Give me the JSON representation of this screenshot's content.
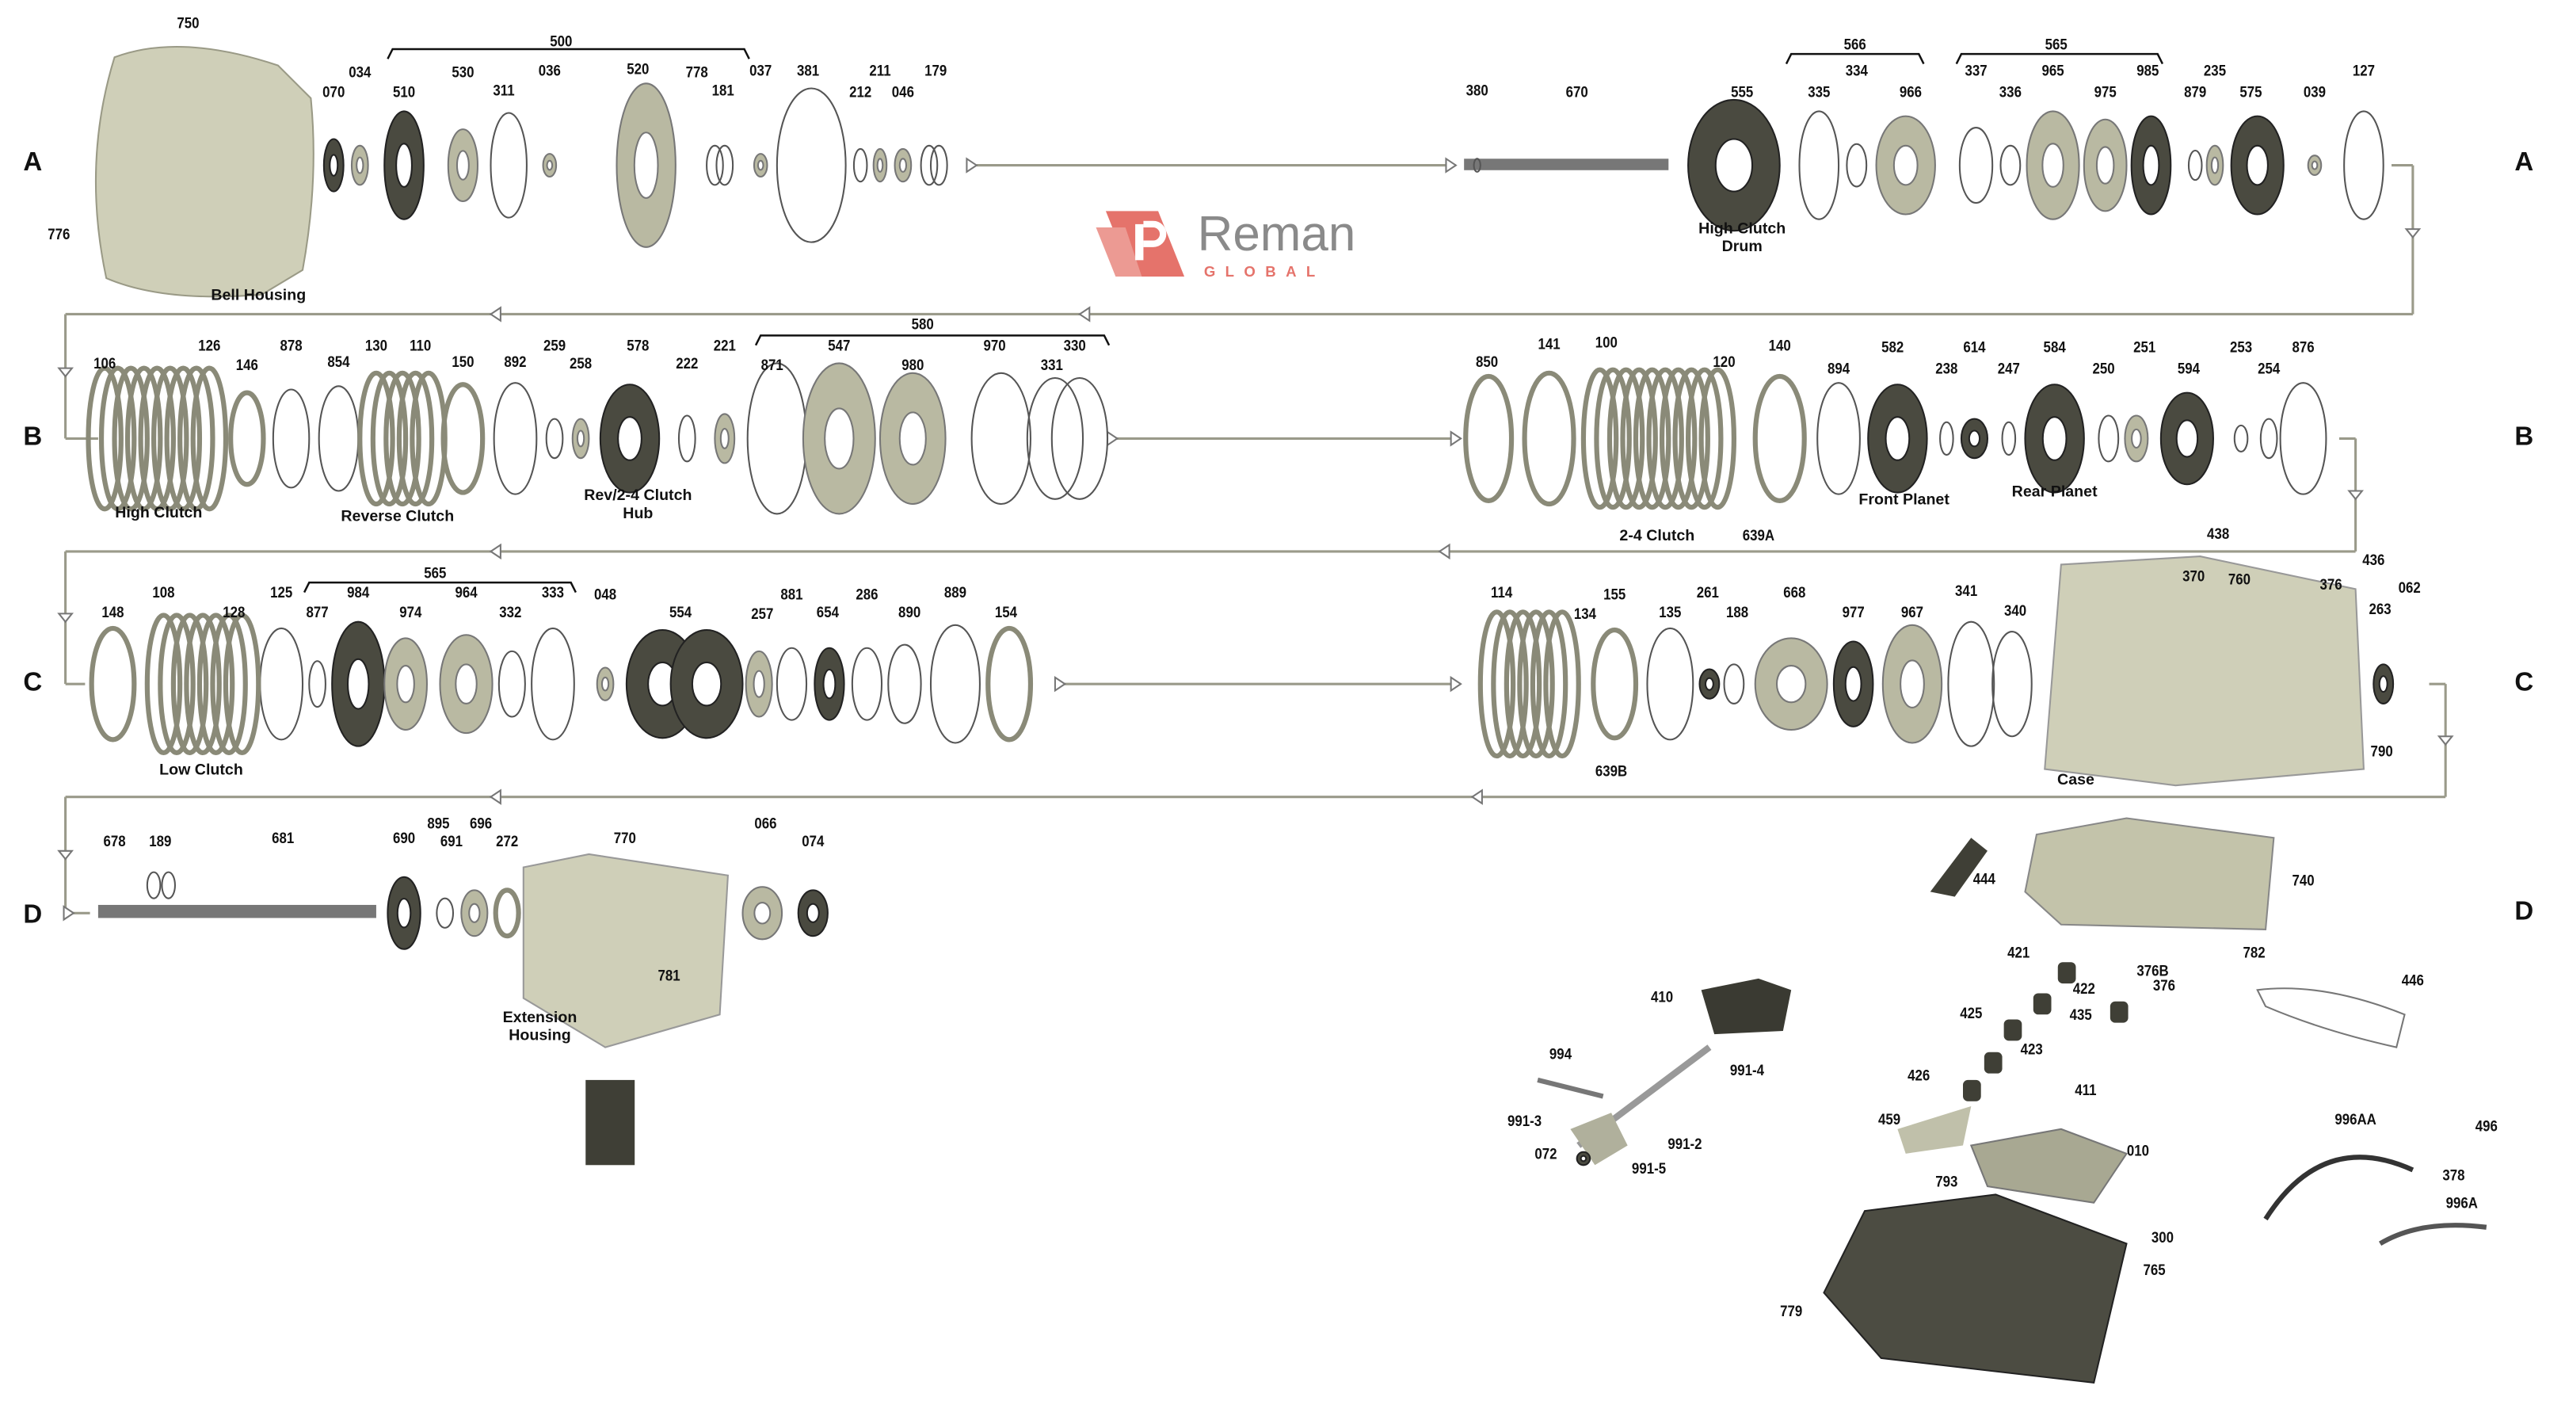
{
  "sections": [
    "A",
    "B",
    "C",
    "D"
  ],
  "logo": {
    "word": "Reman",
    "sub": "GLOBAL",
    "color": "#e5736b"
  },
  "captions": {
    "bell_housing": "Bell Housing",
    "high_clutch_drum": "High Clutch Drum",
    "high_clutch": "High Clutch",
    "reverse_clutch": "Reverse Clutch",
    "rev_clutch_hub": "Rev/2-4 Clutch Hub",
    "front_planet": "Front Planet",
    "rear_planet": "Rear Planet",
    "clutch_24": "2-4 Clutch",
    "low_clutch": "Low Clutch",
    "case": "Case",
    "extension_housing": "Extension Housing"
  },
  "parts": {
    "rowA": [
      "750",
      "500",
      "070",
      "034",
      "510",
      "530",
      "311",
      "036",
      "520",
      "778",
      "181",
      "037",
      "381",
      "212",
      "211",
      "046",
      "179",
      "776",
      "380",
      "670",
      "555",
      "566",
      "335",
      "334",
      "966",
      "565",
      "337",
      "336",
      "965",
      "975",
      "985",
      "879",
      "235",
      "575",
      "039",
      "127"
    ],
    "rowB": [
      "106",
      "126",
      "146",
      "878",
      "854",
      "130",
      "110",
      "150",
      "892",
      "259",
      "258",
      "578",
      "222",
      "221",
      "580",
      "871",
      "547",
      "980",
      "970",
      "331",
      "330",
      "850",
      "141",
      "100",
      "120",
      "140",
      "894",
      "582",
      "238",
      "614",
      "247",
      "584",
      "250",
      "251",
      "594",
      "253",
      "254",
      "876",
      "639A"
    ],
    "rowC": [
      "565",
      "148",
      "108",
      "128",
      "125",
      "877",
      "984",
      "974",
      "964",
      "332",
      "333",
      "048",
      "554",
      "257",
      "881",
      "654",
      "286",
      "890",
      "889",
      "154",
      "114",
      "134",
      "155",
      "135",
      "261",
      "188",
      "668",
      "977",
      "967",
      "341",
      "340",
      "438",
      "436",
      "370",
      "376",
      "760",
      "062",
      "263",
      "790",
      "639B"
    ],
    "rowD": [
      "678",
      "189",
      "681",
      "690",
      "895",
      "691",
      "696",
      "272",
      "770",
      "066",
      "074",
      "781"
    ],
    "controls": [
      "444",
      "740",
      "421",
      "782",
      "376B",
      "376",
      "422",
      "435",
      "425",
      "446",
      "423",
      "410",
      "991-4",
      "994",
      "426",
      "411",
      "991-3",
      "459",
      "991-2",
      "072",
      "010",
      "991-5",
      "996AA",
      "496",
      "378",
      "996A",
      "793",
      "300",
      "765",
      "779"
    ]
  }
}
